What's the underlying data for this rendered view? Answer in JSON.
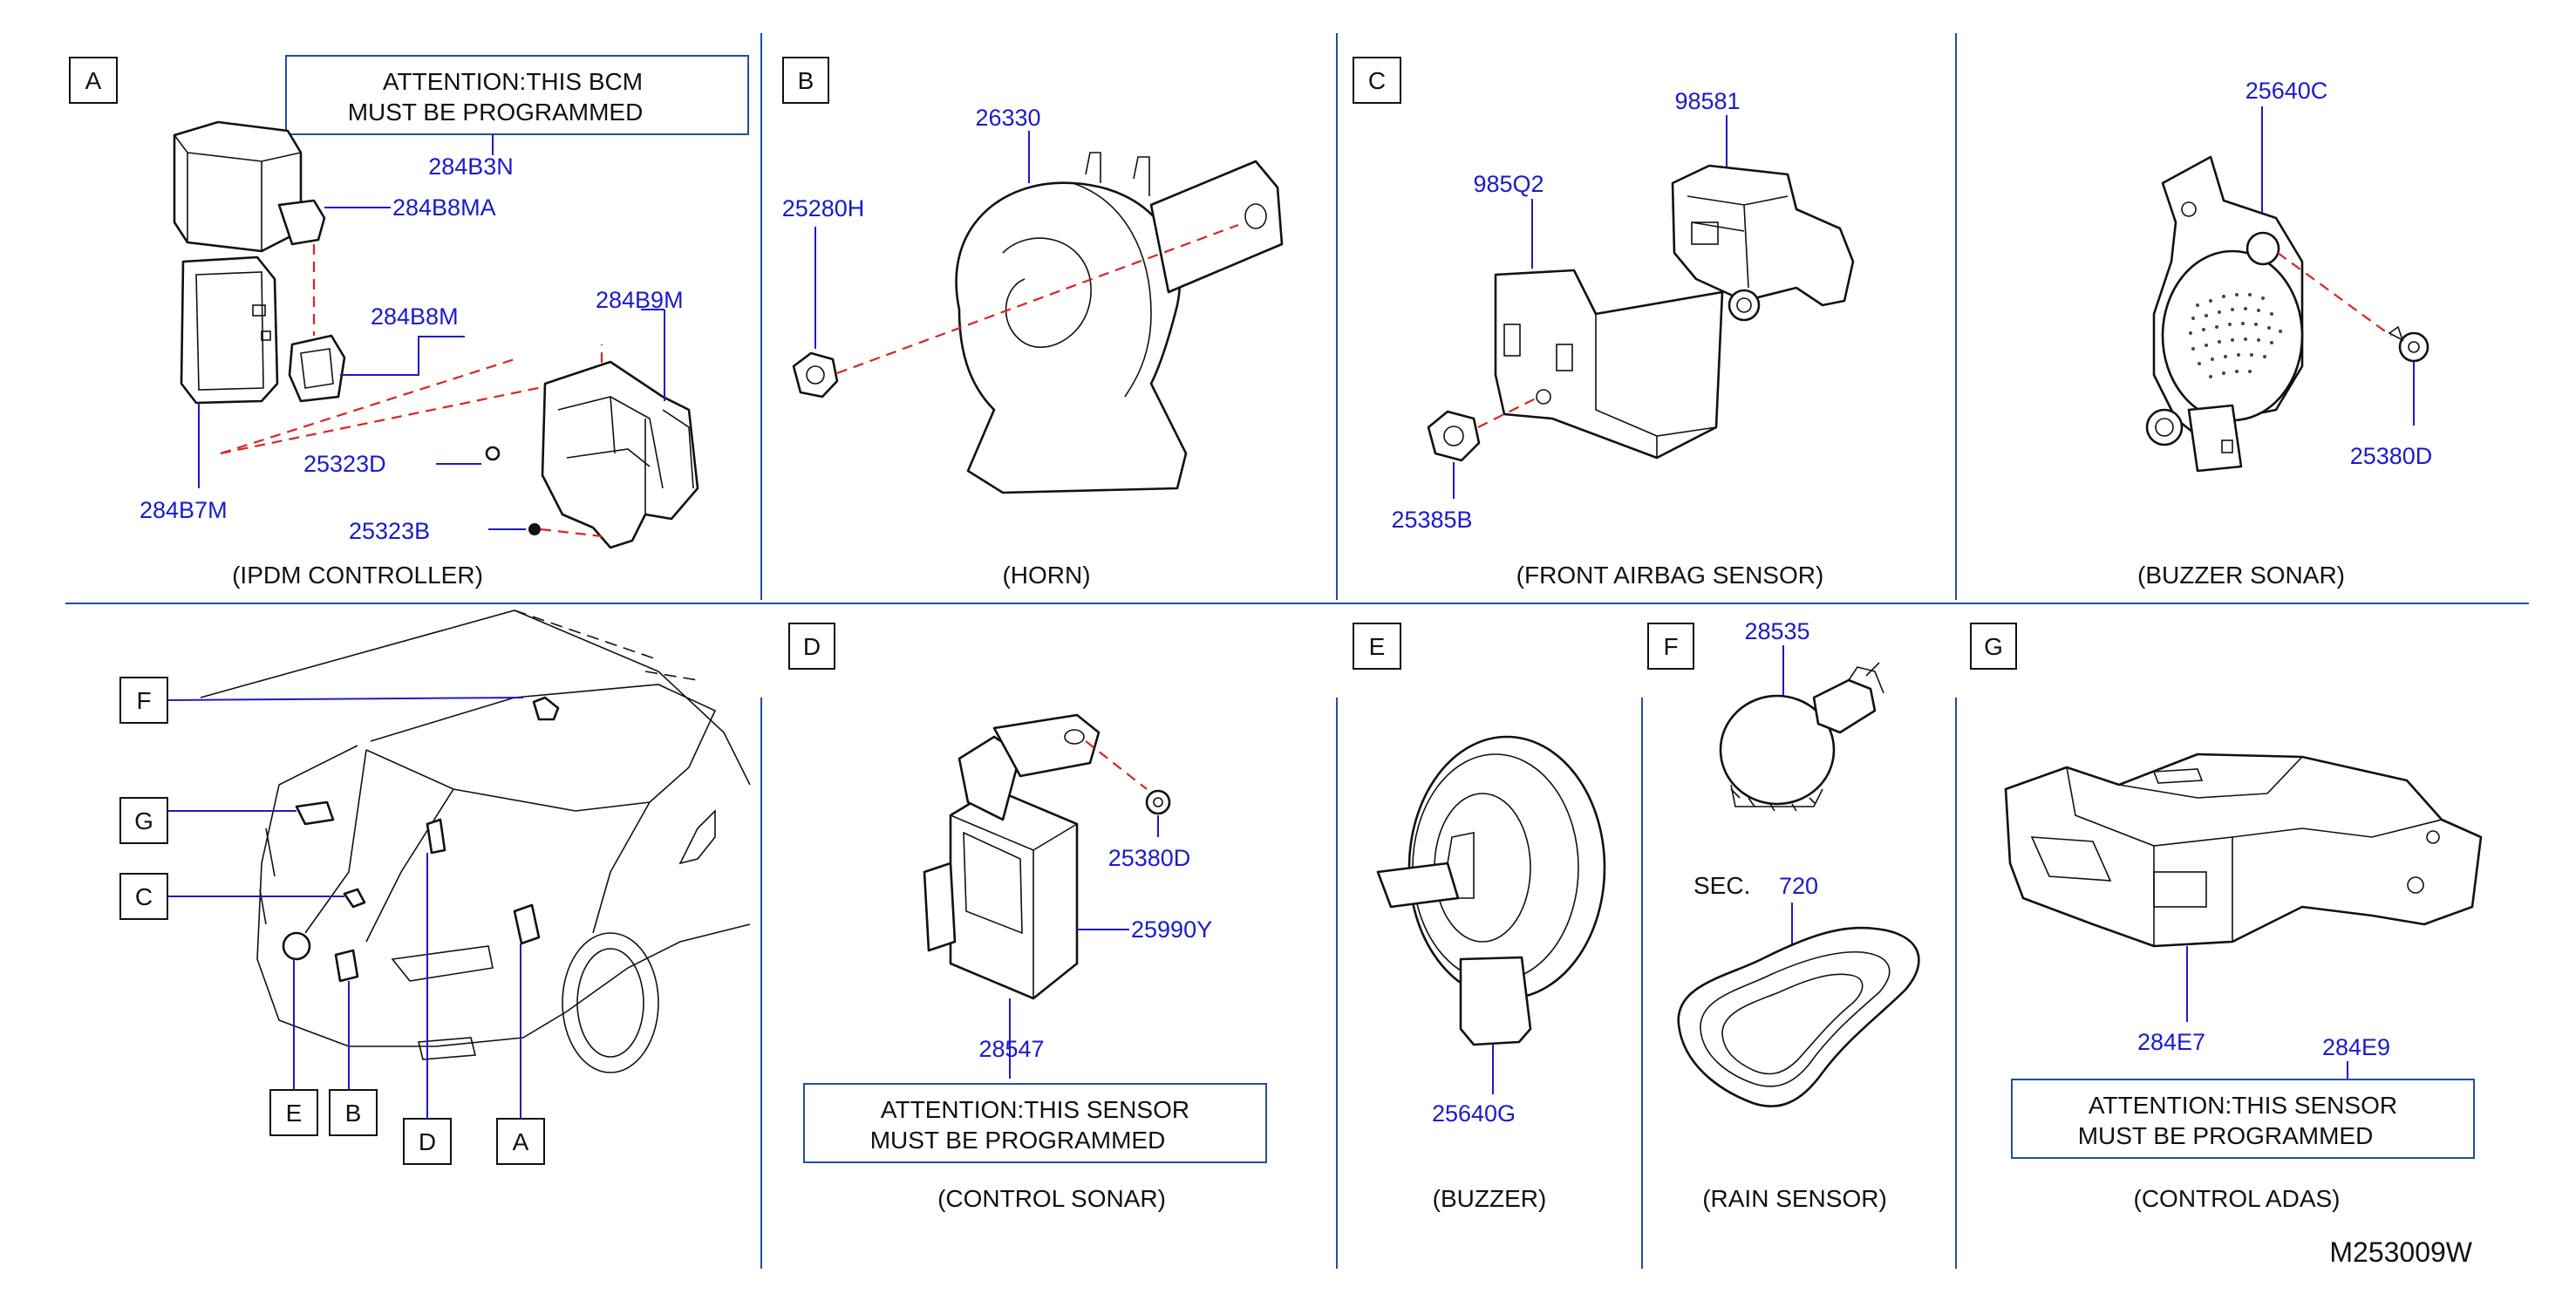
{
  "panels": {
    "A": {
      "tag": "A",
      "caption": "(IPDM   CONTROLLER)",
      "note": [
        "ATTENTION:THIS   BCM",
        "MUST   BE   PROGRAMMED"
      ],
      "parts": [
        "284B3N",
        "284B8MA",
        "284B8M",
        "284B9M",
        "25323D",
        "25323B",
        "284B7M"
      ]
    },
    "B": {
      "tag": "B",
      "caption": "(HORN)",
      "parts": [
        "26330",
        "25280H"
      ]
    },
    "C": {
      "tag": "C",
      "caption": "(FRONT   AIRBAG   SENSOR)",
      "parts": [
        "98581",
        "985Q2",
        "25385B"
      ]
    },
    "buzzer_sonar": {
      "caption": "(BUZZER   SONAR)",
      "parts": [
        "25640C",
        "25380D"
      ]
    },
    "locator": {
      "tags": [
        "F",
        "G",
        "C",
        "E",
        "B",
        "D",
        "A"
      ]
    },
    "D": {
      "tag": "D",
      "caption": "(CONTROL   SONAR)",
      "note": [
        "ATTENTION:THIS   SENSOR",
        "MUST   BE   PROGRAMMED"
      ],
      "parts": [
        "25380D",
        "25990Y",
        "28547"
      ]
    },
    "E": {
      "tag": "E",
      "caption": "(BUZZER)",
      "parts": [
        "25640G"
      ]
    },
    "F": {
      "tag": "F",
      "caption": "(RAIN   SENSOR)",
      "parts": [
        "28535"
      ],
      "sec_label": "SEC.",
      "sec_num": "720"
    },
    "G": {
      "tag": "G",
      "caption": "(CONTROL   ADAS)",
      "note": [
        "ATTENTION:THIS   SENSOR",
        "MUST   BE   PROGRAMMED"
      ],
      "parts": [
        "284E7",
        "284E9"
      ]
    }
  },
  "drawing_id": "M253009W"
}
